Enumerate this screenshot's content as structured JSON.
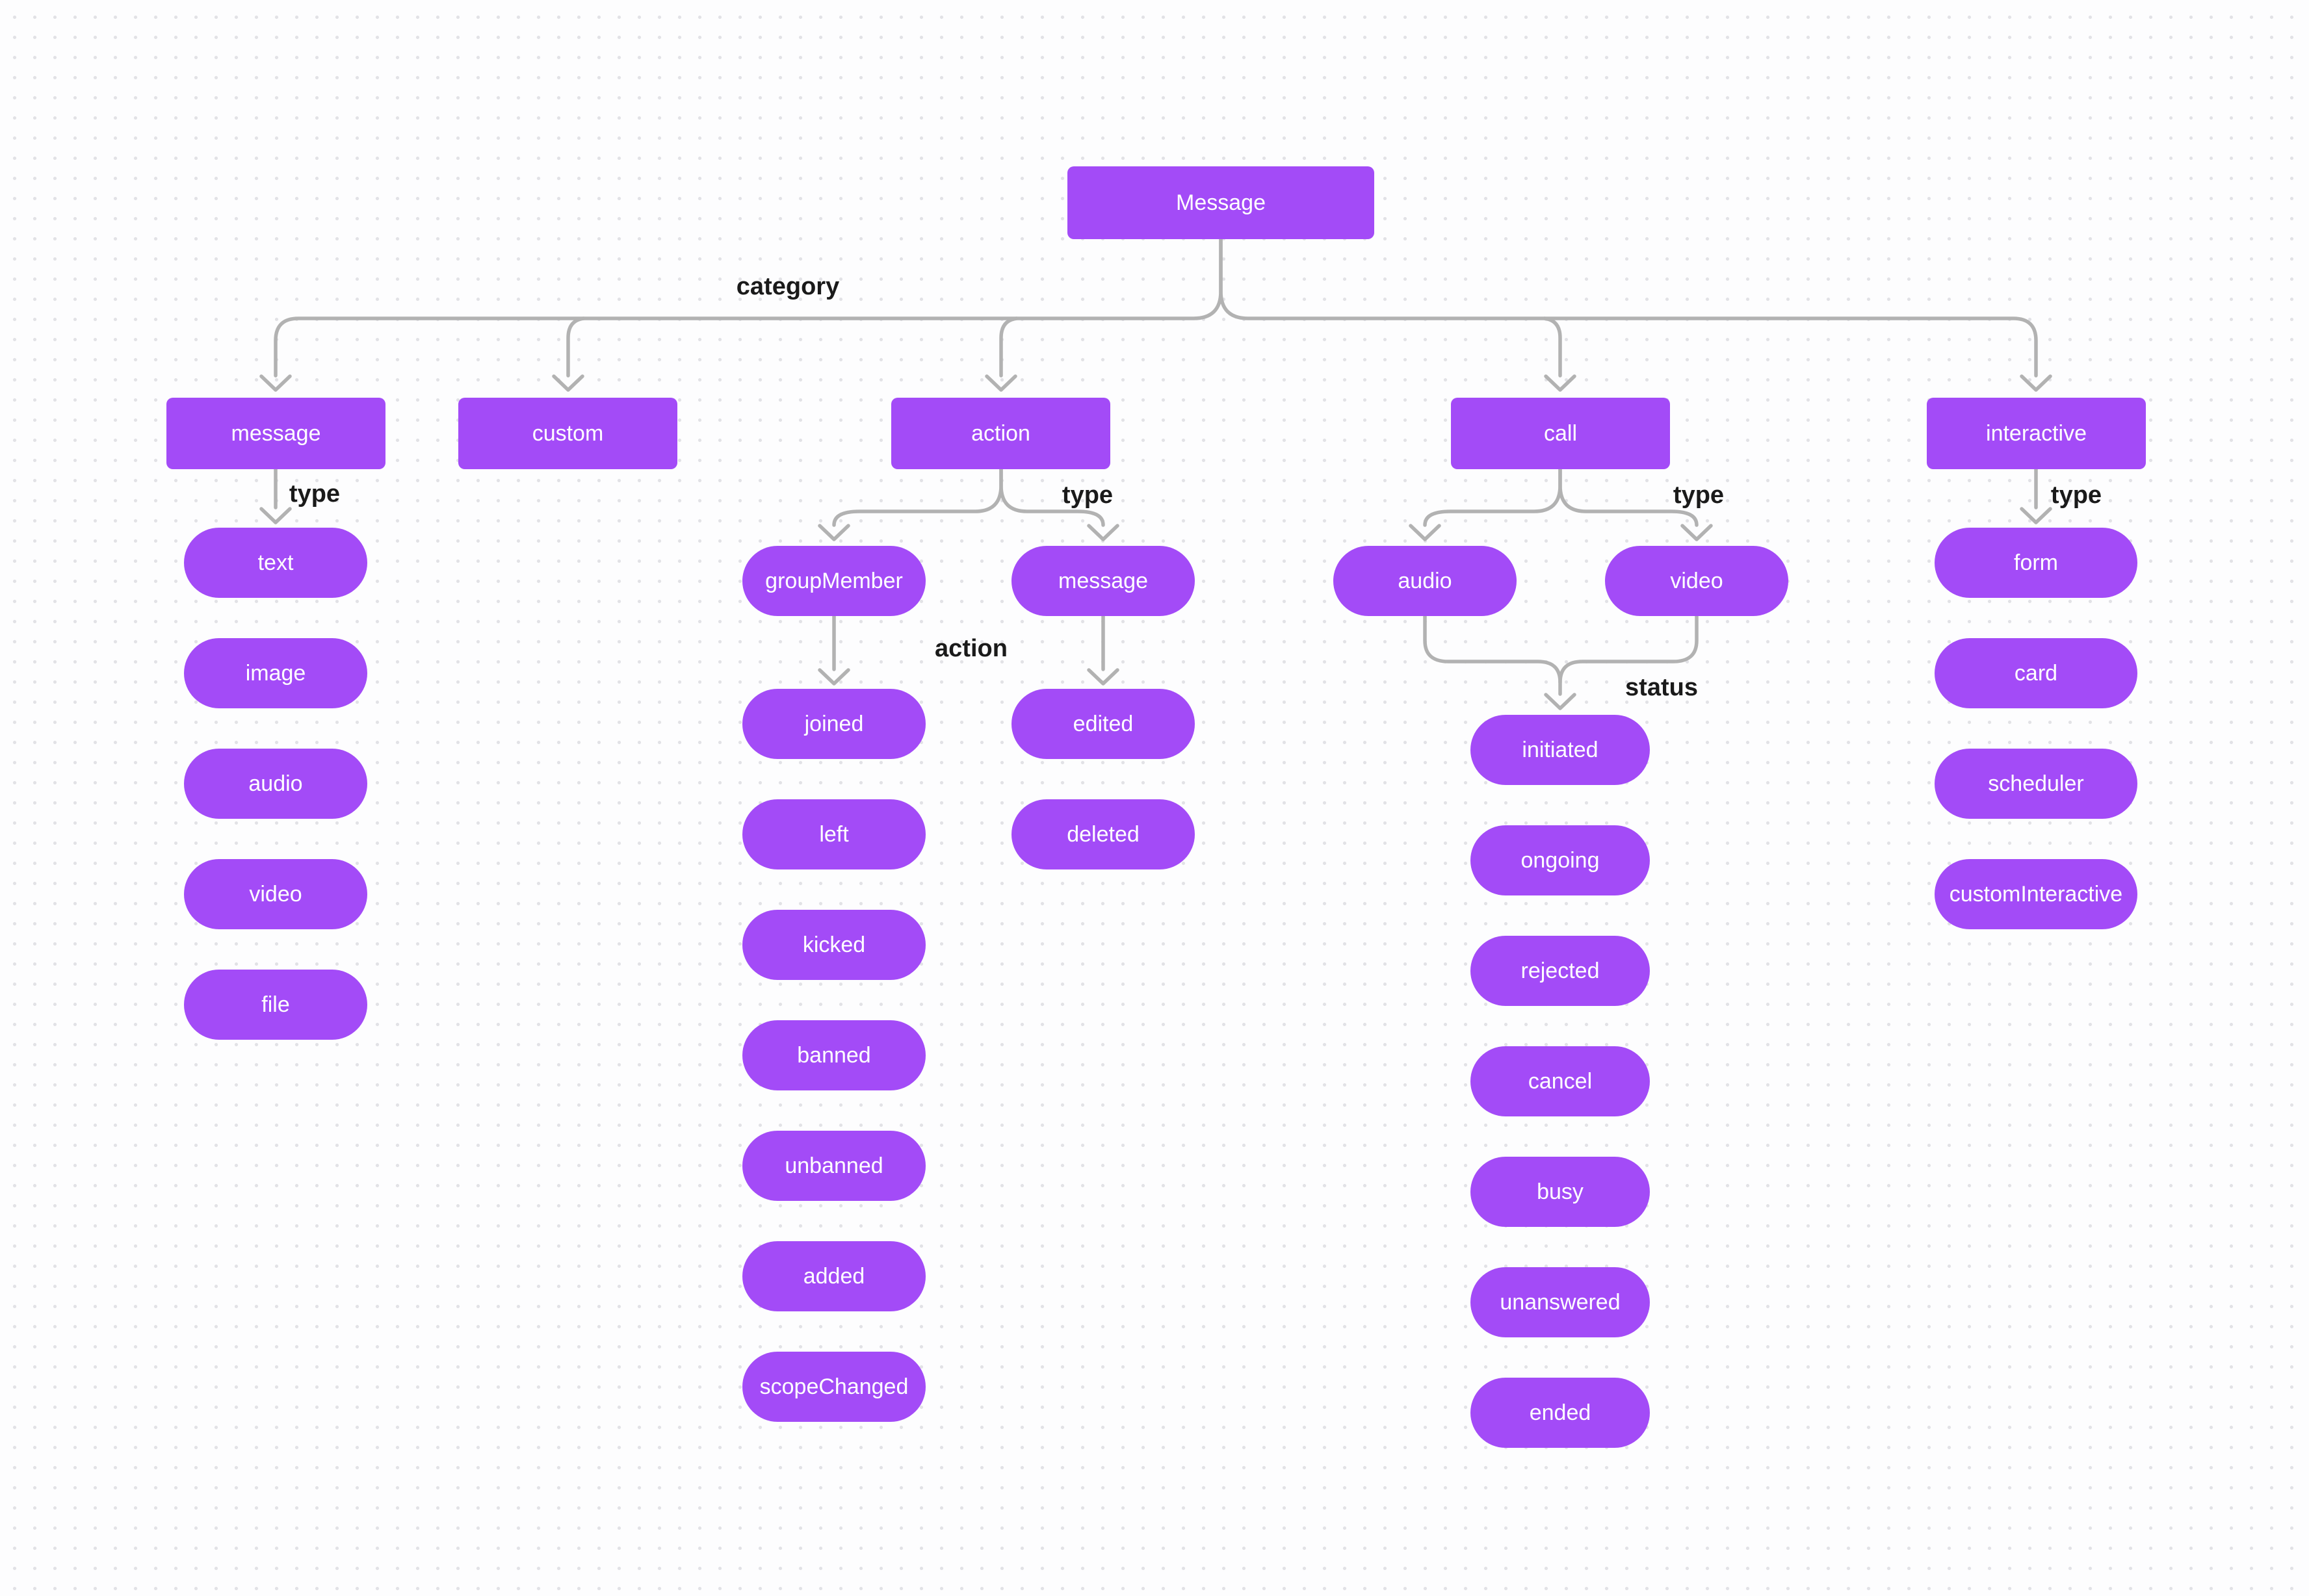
{
  "colors": {
    "node_fill": "#a34bf7",
    "node_text": "#ffffff",
    "connector": "#b2b2b2",
    "edge_label_text": "#1a1a1a",
    "background": "#fdfdfe",
    "grid_dot": "#e2e2e6"
  },
  "diagram": {
    "root": "Message",
    "branch_labels": {
      "category": "category",
      "type": "type",
      "action": "action",
      "status": "status"
    },
    "categories": [
      "message",
      "custom",
      "action",
      "call",
      "interactive"
    ],
    "message": {
      "types": [
        "text",
        "image",
        "audio",
        "video",
        "file"
      ]
    },
    "action": {
      "types": [
        "groupMember",
        "message"
      ],
      "groupMember_actions": [
        "joined",
        "left",
        "kicked",
        "banned",
        "unbanned",
        "added",
        "scopeChanged"
      ],
      "message_actions": [
        "edited",
        "deleted"
      ]
    },
    "call": {
      "types": [
        "audio",
        "video"
      ],
      "statuses": [
        "initiated",
        "ongoing",
        "rejected",
        "cancel",
        "busy",
        "unanswered",
        "ended"
      ]
    },
    "interactive": {
      "types": [
        "form",
        "card",
        "scheduler",
        "customInteractive"
      ]
    }
  }
}
